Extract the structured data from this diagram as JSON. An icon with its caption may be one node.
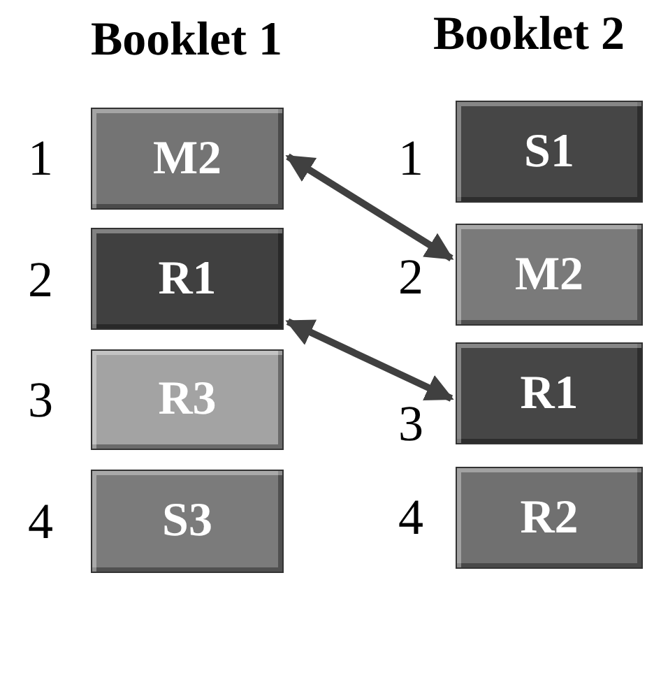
{
  "diagram": {
    "nodes": [
      {
        "text": [
          "M2"
        ]
      },
      {
        "text": [
          "R1"
        ]
      },
      {
        "text": [
          "R3"
        ]
      },
      {
        "text": [
          "S3"
        ]
      },
      {
        "text": [
          "S1"
        ]
      },
      {
        "text": [
          "M2"
        ]
      },
      {
        "text": [
          "R1"
        ]
      },
      {
        "text": [
          "R2"
        ]
      }
    ],
    "edges": [
      {
        "from": 0,
        "to": 5,
        "arrow": "both"
      },
      {
        "from": 1,
        "to": 6,
        "arrow": "both"
      }
    ],
    "labels": [
      "Booklet 1",
      "Booklet 2",
      "1",
      "1",
      "2",
      "2",
      "3",
      "3",
      "4",
      "4"
    ]
  }
}
